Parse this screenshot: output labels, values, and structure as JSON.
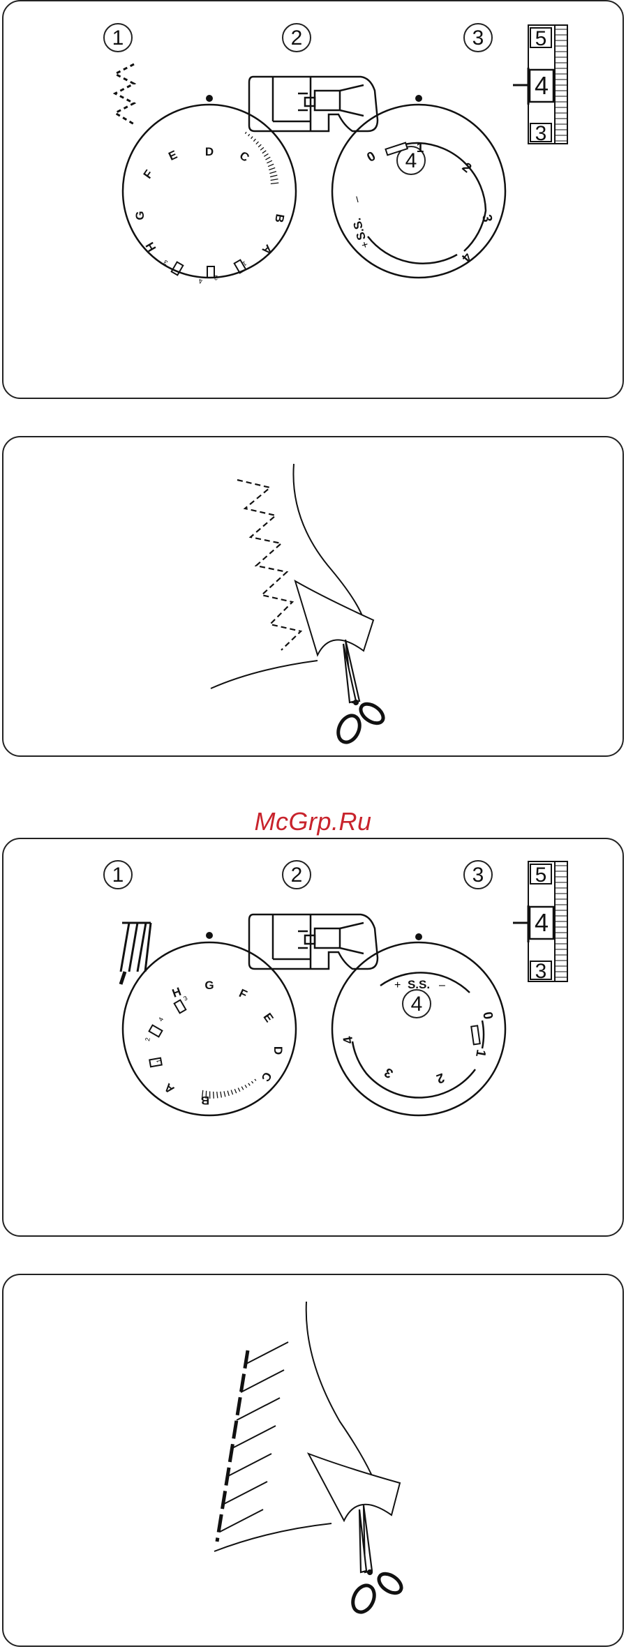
{
  "panel1": {
    "step1": "1",
    "step2": "2",
    "step3": "3",
    "step4": "4",
    "pattern_dial_labels": [
      "D",
      "C",
      "B",
      "A",
      "H",
      "G",
      "F",
      "E"
    ],
    "pattern_dial_small": [
      "1",
      "2",
      "3",
      "4"
    ],
    "length_dial_labels": [
      "0",
      "1",
      "2",
      "3",
      "4",
      "S.S."
    ],
    "scale": [
      "5",
      "4",
      "3"
    ]
  },
  "panel3": {
    "step1": "1",
    "step2": "2",
    "step3": "3",
    "step4": "4",
    "pattern_dial_labels": [
      "G",
      "F",
      "E",
      "D",
      "C",
      "B",
      "A",
      "H"
    ],
    "pattern_dial_small": [
      "1",
      "2",
      "3",
      "4"
    ],
    "length_dial_labels": [
      "S.S.",
      "0",
      "1",
      "2",
      "3",
      "4"
    ],
    "scale": [
      "5",
      "4",
      "3"
    ]
  },
  "watermark": "McGrp.Ru",
  "icons": [
    "zigzag-stitch-icon",
    "blind-hem-stitch-icon",
    "presser-foot-icon",
    "scissors-icon",
    "width-scale-icon"
  ]
}
